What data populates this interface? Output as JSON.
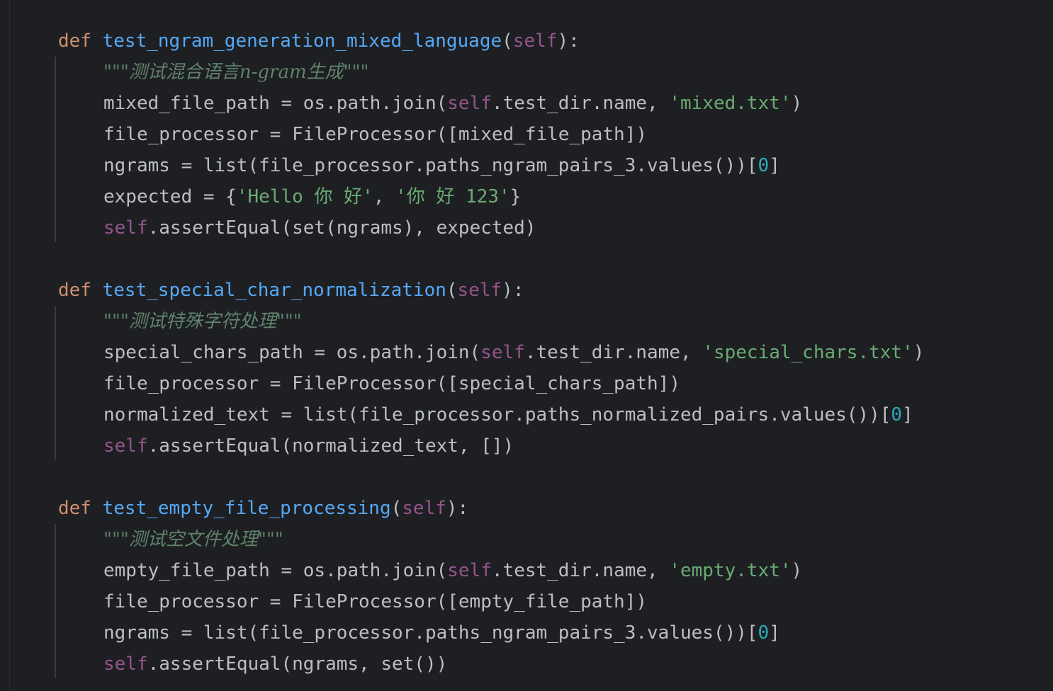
{
  "colors": {
    "background": "#1e1f22",
    "keyword": "#cf8e6d",
    "function": "#56a8f5",
    "self": "#94558d",
    "string": "#6aab73",
    "number": "#2aacb8",
    "docstring": "#5f826b",
    "text": "#bcbec4"
  },
  "code": {
    "kw_def": "def",
    "self": "self",
    "f1": {
      "name": "test_ngram_generation_mixed_language",
      "sig_open": "(",
      "sig_close": "):",
      "doc": "\"\"\"测试混合语言n-gram生成\"\"\"",
      "l1_a": "mixed_file_path = os.path.join(",
      "l1_b": ".test_dir.name, ",
      "l1_str": "'mixed.txt'",
      "l1_c": ")",
      "l2": "file_processor = FileProcessor([mixed_file_path])",
      "l3_a": "ngrams = list(file_processor.paths_ngram_pairs_3.values())[",
      "l3_num": "0",
      "l3_b": "]",
      "l4_a": "expected = {",
      "l4_s1": "'Hello 你 好'",
      "l4_b": ", ",
      "l4_s2": "'你 好 123'",
      "l4_c": "}",
      "l5_b": ".assertEqual(set(ngrams), expected)"
    },
    "f2": {
      "name": "test_special_char_normalization",
      "sig_open": "(",
      "sig_close": "):",
      "doc": "\"\"\"测试特殊字符处理\"\"\"",
      "l1_a": "special_chars_path = os.path.join(",
      "l1_b": ".test_dir.name, ",
      "l1_str": "'special_chars.txt'",
      "l1_c": ")",
      "l2": "file_processor = FileProcessor([special_chars_path])",
      "l3_a": "normalized_text = list(file_processor.paths_normalized_pairs.values())[",
      "l3_num": "0",
      "l3_b": "]",
      "l4_b": ".assertEqual(normalized_text, [])"
    },
    "f3": {
      "name": "test_empty_file_processing",
      "sig_open": "(",
      "sig_close": "):",
      "doc": "\"\"\"测试空文件处理\"\"\"",
      "l1_a": "empty_file_path = os.path.join(",
      "l1_b": ".test_dir.name, ",
      "l1_str": "'empty.txt'",
      "l1_c": ")",
      "l2": "file_processor = FileProcessor([empty_file_path])",
      "l3_a": "ngrams = list(file_processor.paths_ngram_pairs_3.values())[",
      "l3_num": "0",
      "l3_b": "]",
      "l4_b": ".assertEqual(ngrams, set())"
    }
  }
}
